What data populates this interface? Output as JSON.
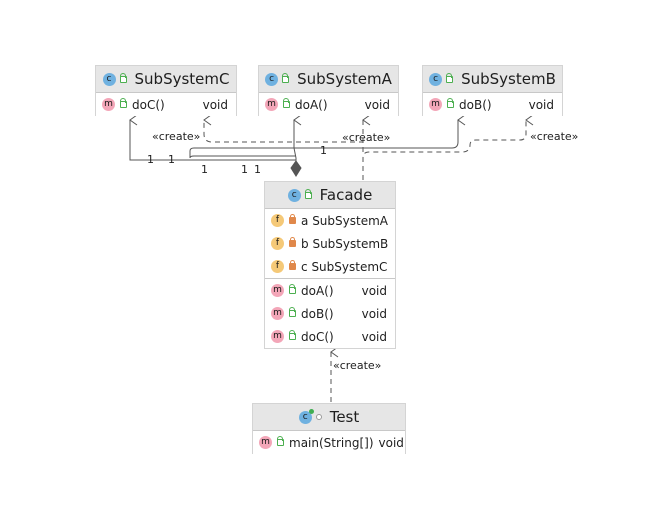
{
  "diagram": {
    "classes": {
      "subsystem_c": {
        "name": "SubSystemC",
        "methods": [
          {
            "name": "doC()",
            "type": "void"
          }
        ]
      },
      "subsystem_a": {
        "name": "SubSystemA",
        "methods": [
          {
            "name": "doA()",
            "type": "void"
          }
        ]
      },
      "subsystem_b": {
        "name": "SubSystemB",
        "methods": [
          {
            "name": "doB()",
            "type": "void"
          }
        ]
      },
      "facade": {
        "name": "Facade",
        "fields": [
          {
            "name": "a",
            "type": "SubSystemA"
          },
          {
            "name": "b",
            "type": "SubSystemB"
          },
          {
            "name": "c",
            "type": "SubSystemC"
          }
        ],
        "methods": [
          {
            "name": "doA()",
            "type": "void"
          },
          {
            "name": "doB()",
            "type": "void"
          },
          {
            "name": "doC()",
            "type": "void"
          }
        ]
      },
      "test": {
        "name": "Test",
        "methods": [
          {
            "name": "main(String[])",
            "type": "void"
          }
        ]
      }
    },
    "badges": {
      "class": "c",
      "method": "m",
      "field": "f"
    },
    "dependency_label": "«create»",
    "multiplicities": {
      "one": "1"
    },
    "icons": {
      "class": "class-icon",
      "runnable_class": "runnable-class-icon",
      "method": "method-icon",
      "field": "field-icon",
      "public": "public-visibility-icon",
      "private": "private-lock-icon",
      "package": "package-visibility-icon"
    },
    "colors": {
      "header_bg": "#e6e6e6",
      "class_badge": "#6fb1e0",
      "method_badge": "#f3a6b8",
      "field_badge": "#f5c978",
      "public_icon": "#4caf50",
      "private_icon": "#e0884a",
      "line": "#555555"
    }
  }
}
